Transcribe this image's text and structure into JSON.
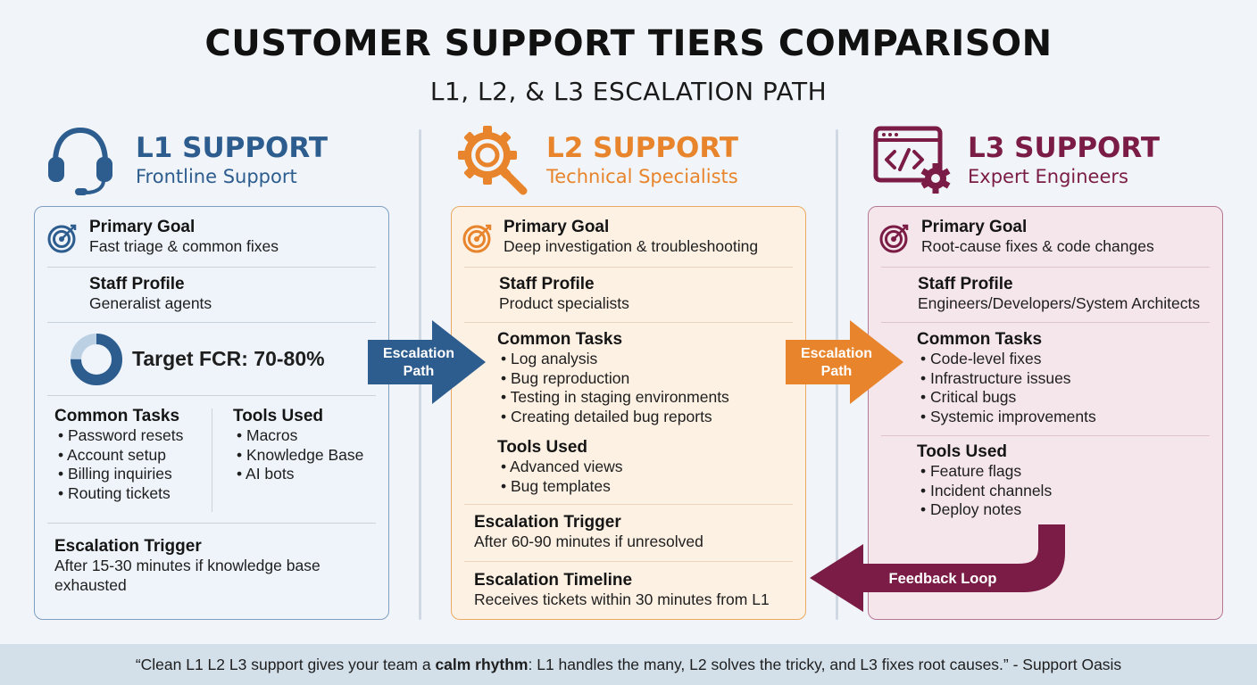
{
  "header": {
    "title": "CUSTOMER SUPPORT TIERS COMPARISON",
    "subtitle": "L1, L2, & L3 ESCALATION PATH"
  },
  "colors": {
    "l1": "#2d5c8e",
    "l2": "#e8842c",
    "l3": "#7a1c45"
  },
  "icons": {
    "l1": "headset-icon",
    "l2": "gear-wrench-icon",
    "l3": "code-gear-icon",
    "goal": "target-icon"
  },
  "l1": {
    "name": "L1 SUPPORT",
    "sub": "Frontline Support",
    "goal_h": "Primary Goal",
    "goal_t": "Fast triage & common fixes",
    "staff_h": "Staff Profile",
    "staff_t": "Generalist agents",
    "fcr": "Target FCR: 70-80%",
    "fcr_fraction": 0.75,
    "tasks_h": "Common Tasks",
    "tasks": [
      "Password resets",
      "Account setup",
      "Billing inquiries",
      "Routing tickets"
    ],
    "tools_h": "Tools Used",
    "tools": [
      "Macros",
      "Knowledge Base",
      "AI bots"
    ],
    "trig_h": "Escalation Trigger",
    "trig_t1": "After 15-30 minutes if knowledge base",
    "trig_t2": "exhausted"
  },
  "l2": {
    "name": "L2 SUPPORT",
    "sub": "Technical Specialists",
    "goal_h": "Primary Goal",
    "goal_t": "Deep investigation & troubleshooting",
    "staff_h": "Staff Profile",
    "staff_t": "Product specialists",
    "tasks_h": "Common Tasks",
    "tasks": [
      "Log analysis",
      "Bug reproduction",
      "Testing in staging environments",
      "Creating detailed bug reports"
    ],
    "tools_h": "Tools Used",
    "tools": [
      "Advanced views",
      "Bug templates"
    ],
    "trig_h": "Escalation Trigger",
    "trig_t": "After 60-90 minutes if unresolved",
    "time_h": "Escalation Timeline",
    "time_t": "Receives tickets within 30 minutes from L1"
  },
  "l3": {
    "name": "L3 SUPPORT",
    "sub": "Expert Engineers",
    "goal_h": "Primary Goal",
    "goal_t": "Root-cause fixes & code changes",
    "staff_h": "Staff Profile",
    "staff_t": "Engineers/Developers/System Architects",
    "tasks_h": "Common Tasks",
    "tasks": [
      "Code-level fixes",
      "Infrastructure issues",
      "Critical bugs",
      "Systemic improvements"
    ],
    "tools_h": "Tools Used",
    "tools": [
      "Feature flags",
      "Incident channels",
      "Deploy notes"
    ]
  },
  "arrows": {
    "esc1_a": "Escalation",
    "esc1_b": "Path",
    "esc2_a": "Escalation",
    "esc2_b": "Path",
    "feedback": "Feedback Loop"
  },
  "footer": {
    "pre": "“Clean L1 L2 L3 support gives your team a ",
    "bold": "calm rhythm",
    "post": ": L1 handles the many, L2 solves the tricky, and L3 fixes root causes.” - Support Oasis"
  }
}
